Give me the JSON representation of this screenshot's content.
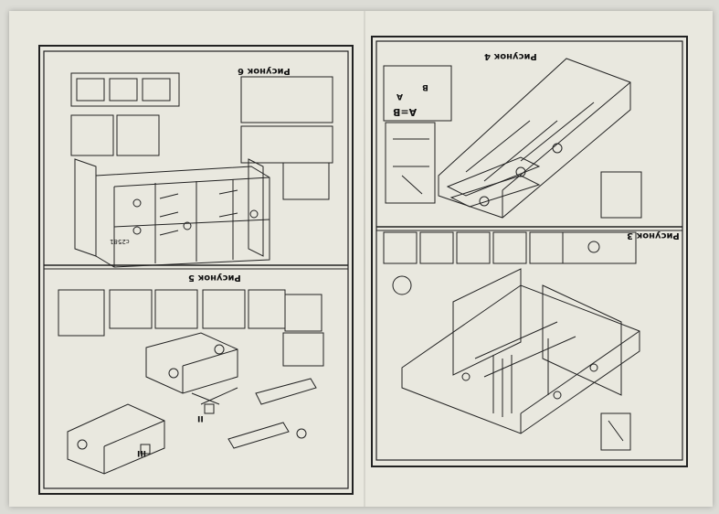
{
  "page": {
    "left_panel": {
      "top_heading": "Рисунок 6",
      "bottom_heading": "Рисунок 5",
      "part_code": "c2581",
      "section_marks": [
        "III",
        "II"
      ]
    },
    "right_panel": {
      "top_heading": "Рисунок 4",
      "bottom_heading": "Рисунок 3",
      "formula": "A=B",
      "markers": [
        "A",
        "B"
      ]
    }
  }
}
